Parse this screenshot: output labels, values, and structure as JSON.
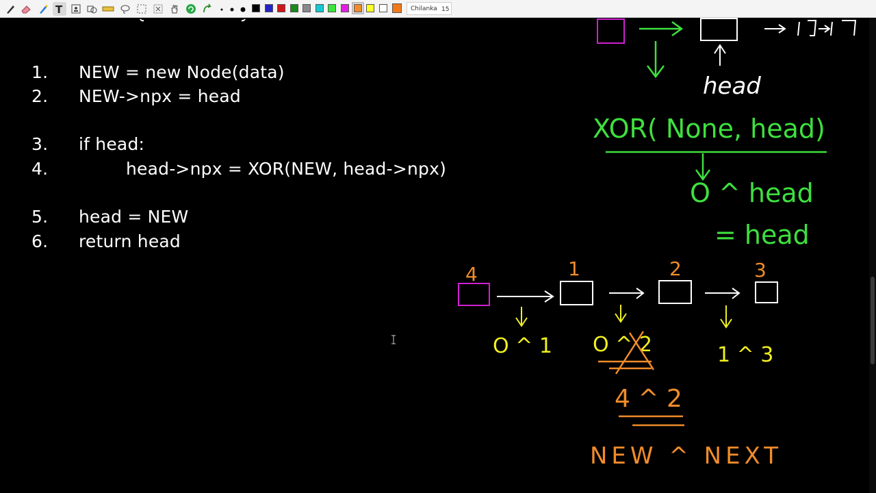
{
  "toolbar": {
    "font_name": "Chilanka",
    "font_size": "15",
    "colors": [
      "#000000",
      "#2424c8",
      "#d01818",
      "#1a8a1a",
      "#8a8a8a",
      "#18c8d0",
      "#39e639",
      "#e020e0",
      "#f08c2a",
      "#ffff22",
      "#ffffff",
      "#f07a1a"
    ],
    "selected_color": "#f08c2a"
  },
  "code": {
    "lines": [
      {
        "num": "1.",
        "text": "NEW = new Node(data)"
      },
      {
        "num": "2.",
        "text": "NEW->npx = head"
      },
      {
        "num": "3.",
        "text": "if head:"
      },
      {
        "num": "4.",
        "text": "head->npx = XOR(NEW, head->npx)"
      },
      {
        "num": "5.",
        "text": "head = NEW"
      },
      {
        "num": "6.",
        "text": "return head"
      }
    ]
  },
  "notes": {
    "head": "head",
    "xor": "XOR( None, head)",
    "zero_xor_head": "O ^ head",
    "eq_head": "= head",
    "label_4": "4",
    "label_1": "1",
    "label_2": "2",
    "label_3": "3",
    "xor_01": "O ^ 1",
    "xor_02": "O ^ 2",
    "xor_13": "1 ^ 3",
    "xor_42": "4 ^ 2",
    "new_next": "NEW ^ NEXT"
  }
}
